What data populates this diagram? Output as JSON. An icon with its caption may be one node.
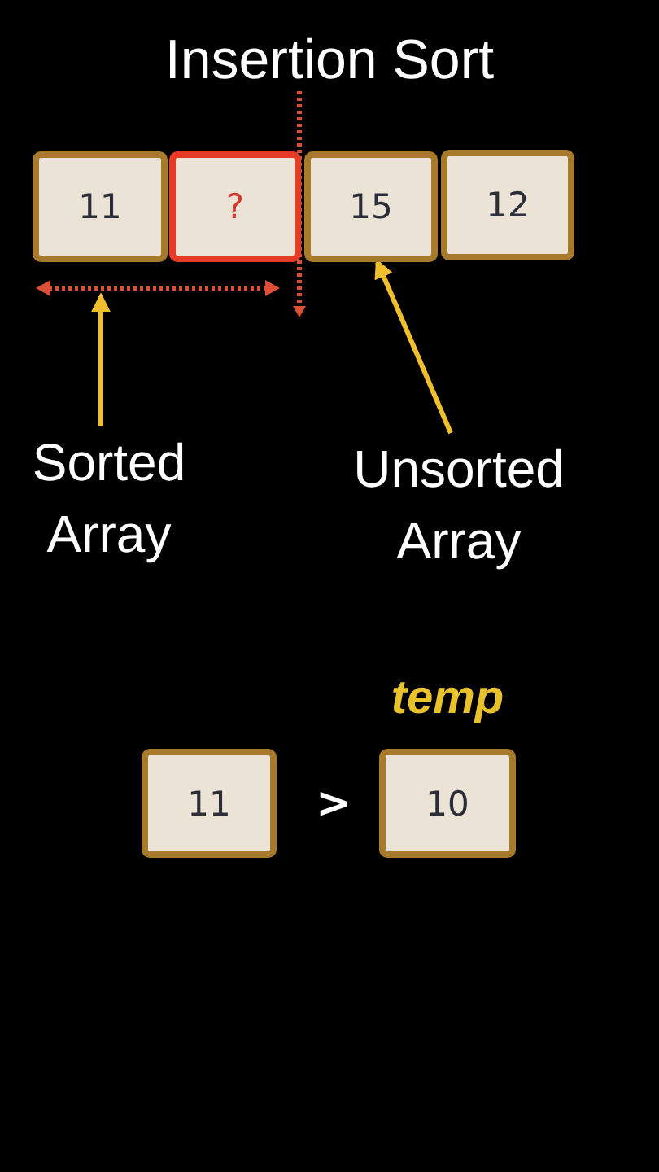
{
  "diagram": {
    "title": "Insertion Sort",
    "nodes": [
      {
        "text": [
          "11"
        ]
      },
      {
        "text": [
          "?"
        ]
      },
      {
        "text": [
          "15"
        ]
      },
      {
        "text": [
          "12"
        ]
      },
      {
        "text": [],
        "shape": "arrow"
      },
      {
        "text": [
          "Sorted Array"
        ]
      },
      {
        "text": [
          "Unsorted Array"
        ]
      },
      {
        "text": [
          "11"
        ]
      },
      {
        "text": [
          "10"
        ],
        "beside": [
          "temp"
        ]
      }
    ],
    "edges": [
      {
        "from": 5,
        "to": 4,
        "arrow": "to"
      },
      {
        "from": 6,
        "to": 2,
        "arrow": "to"
      }
    ],
    "labels": [
      ">"
    ]
  }
}
